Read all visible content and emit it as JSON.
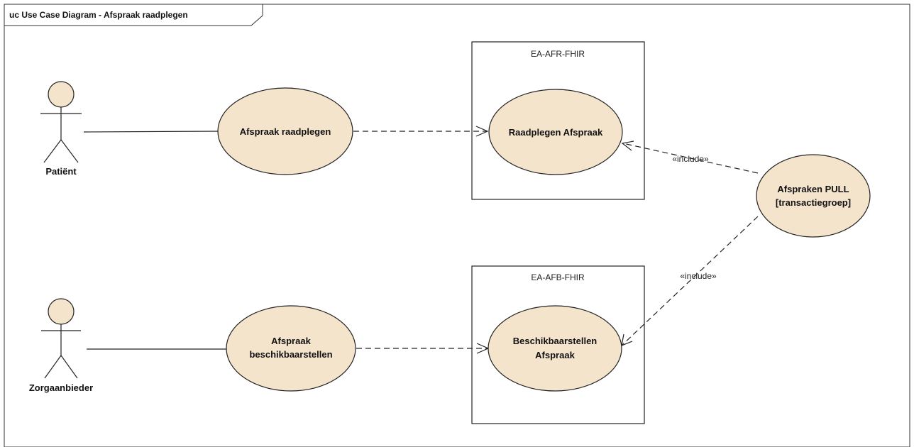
{
  "frame": {
    "title": "uc Use Case Diagram - Afspraak raadplegen"
  },
  "colors": {
    "usecase_fill": "#f4e4cc",
    "usecase_stroke": "#222222",
    "line": "#222222",
    "background": "#ffffff"
  },
  "actors": [
    {
      "id": "patient",
      "name": "Patiënt",
      "icon": "stick-figure-icon"
    },
    {
      "id": "zorgaanbieder",
      "name": "Zorgaanbieder",
      "icon": "stick-figure-icon"
    }
  ],
  "systems": [
    {
      "id": "afr",
      "name": "EA-AFR-FHIR"
    },
    {
      "id": "afb",
      "name": "EA-AFB-FHIR"
    }
  ],
  "usecases": [
    {
      "id": "uc_raadplegen",
      "lines": [
        "Afspraak raadplegen"
      ]
    },
    {
      "id": "uc_beschikbaar",
      "lines": [
        "Afspraak",
        "beschikbaarstellen"
      ]
    },
    {
      "id": "uc_raadplegen_afspraak",
      "lines": [
        "Raadplegen Afspraak"
      ]
    },
    {
      "id": "uc_beschikbaarstellen_afspraak",
      "lines": [
        "Beschikbaarstellen",
        "Afspraak"
      ]
    },
    {
      "id": "uc_pull",
      "lines": [
        "Afspraken PULL",
        "[transactiegroep]"
      ]
    }
  ],
  "relations": [
    {
      "from": "patient",
      "to": "uc_raadplegen",
      "type": "association"
    },
    {
      "from": "zorgaanbieder",
      "to": "uc_beschikbaar",
      "type": "association"
    },
    {
      "from": "uc_raadplegen",
      "to": "uc_raadplegen_afspraak",
      "type": "dependency"
    },
    {
      "from": "uc_beschikbaar",
      "to": "uc_beschikbaarstellen_afspraak",
      "type": "dependency"
    },
    {
      "from": "uc_pull",
      "to": "uc_raadplegen_afspraak",
      "type": "include",
      "label": "«include»"
    },
    {
      "from": "uc_pull",
      "to": "uc_beschikbaarstellen_afspraak",
      "type": "include",
      "label": "«include»"
    }
  ]
}
